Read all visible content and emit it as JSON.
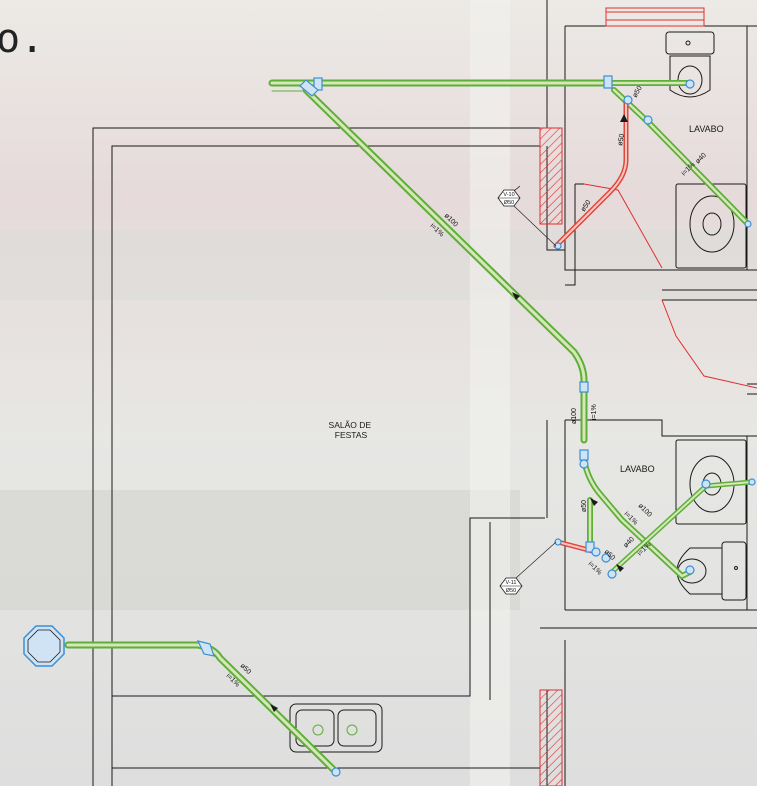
{
  "corner_text": "o.",
  "rooms": {
    "salao": [
      "SALÃO DE",
      "FESTAS"
    ],
    "lavabo_top": "LAVABO",
    "lavabo_bottom": "LAVABO"
  },
  "pipe_labels": {
    "d100_main": "ø100",
    "slope_main": "i=1%",
    "d50_top_a": "ø50",
    "d50_top_b": "ø50",
    "d50_top_c": "ø50",
    "d40_top": "ø40",
    "slope_top": "i=1%",
    "d100_vert": "ø100",
    "slope_vert": "i=1%",
    "d100_lower": "ø100",
    "slope_lower": "i=1%",
    "d50_lower_a": "ø50",
    "d50_lower_b": "ø50",
    "slope_lower_b": "i=1%",
    "d40_lower": "ø40",
    "slope_lower_c": "i=1%",
    "d50_sink": "ø50",
    "slope_sink": "i=1%"
  },
  "vent_tags": {
    "v10_code": "V-10",
    "v10_size": "Ø50",
    "v11_code": "V-11",
    "v11_size": "Ø50"
  },
  "colors": {
    "pipe": "#5fae3a",
    "pipe_inner": "#d6e7b8",
    "vent": "#e0463c",
    "fitting": "#3a8fd6",
    "wall": "#1a1a1a",
    "hatch": "#e03030"
  }
}
